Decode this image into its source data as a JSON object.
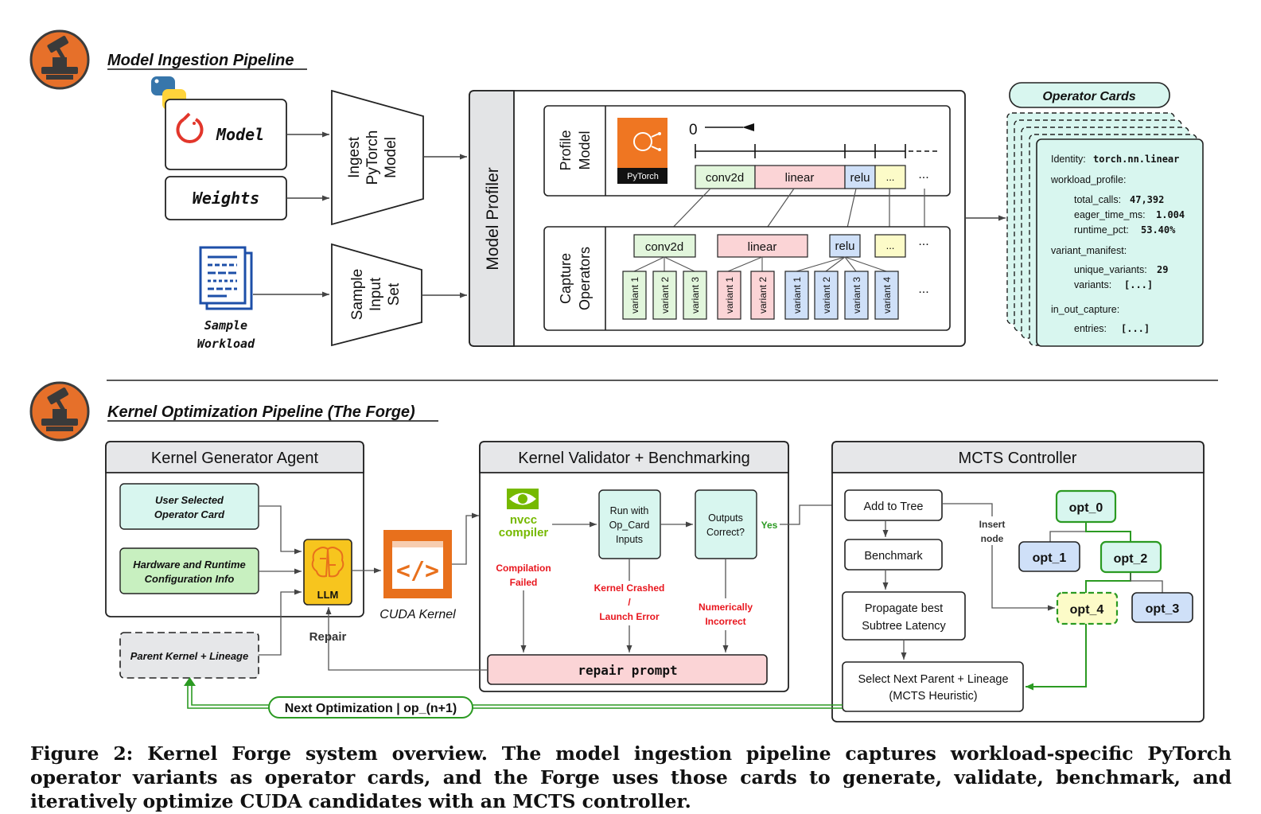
{
  "ingestion": {
    "title": "Model Ingestion Pipeline",
    "inputs": {
      "model": "Model",
      "weights": "Weights",
      "workload_line1": "Sample",
      "workload_line2": "Workload"
    },
    "ingest": {
      "line1": "Ingest",
      "line2": "PyTorch",
      "line3": "Model"
    },
    "sample": {
      "line1": "Sample",
      "line2": "Input",
      "line3": "Set"
    },
    "profiler": {
      "label": "Model Profiler",
      "profile_label": [
        "Profile",
        "Model"
      ],
      "capture_label": [
        "Capture",
        "Operators"
      ],
      "pytorch_badge": "PyTorch",
      "timeline_zero": "0",
      "timeline_ops": [
        "conv2d",
        "linear",
        "relu",
        "..."
      ],
      "ellipsis": "...",
      "capture_groups": [
        {
          "name": "conv2d",
          "variants": [
            "variant 1",
            "variant 2",
            "variant 3"
          ]
        },
        {
          "name": "linear",
          "variants": [
            "variant 1",
            "variant 2"
          ]
        },
        {
          "name": "relu",
          "variants": [
            "variant 1",
            "variant 2",
            "variant 3",
            "variant 4"
          ]
        },
        {
          "name": "...",
          "variants": []
        }
      ]
    },
    "operator_cards": {
      "title": "Operator Cards",
      "identity_key": "Identity:",
      "identity_value": "torch.nn.linear",
      "workload_key": "workload_profile:",
      "total_calls_key": "total_calls:",
      "total_calls_value": "47,392",
      "eager_key": "eager_time_ms:",
      "eager_value": "1.004",
      "runtime_key": "runtime_pct:",
      "runtime_value": "53.40%",
      "manifest_key": "variant_manifest:",
      "unique_key": "unique_variants:",
      "unique_value": "29",
      "variants_key": "variants:",
      "variants_value": "[...]",
      "capture_key": "in_out_capture:",
      "entries_key": "entries:",
      "entries_value": "[...]"
    }
  },
  "forge": {
    "title": "Kernel Optimization Pipeline (The Forge)",
    "generator": {
      "title": "Kernel Generator Agent",
      "operator_card": [
        "User Selected",
        "Operator Card"
      ],
      "hardware": [
        "Hardware and Runtime",
        "Configuration Info"
      ],
      "llm": "LLM",
      "parent": "Parent Kernel + Lineage",
      "repair": "Repair"
    },
    "cuda_kernel": "CUDA Kernel",
    "validator": {
      "title": "Kernel Validator + Benchmarking",
      "nvcc": [
        "nvcc",
        "compiler"
      ],
      "run": [
        "Run with",
        "Op_Card",
        "Inputs"
      ],
      "outputs": [
        "Outputs",
        "Correct?"
      ],
      "yes": "Yes",
      "compilation_failed": [
        "Compilation",
        "Failed"
      ],
      "kernel_crashed": [
        "Kernel Crashed",
        "/",
        "Launch Error"
      ],
      "numerically_incorrect": [
        "Numerically",
        "Incorrect"
      ],
      "repair_prompt": "repair prompt"
    },
    "mcts": {
      "title": "MCTS Controller",
      "add_to_tree": "Add to Tree",
      "benchmark": "Benchmark",
      "propagate": [
        "Propagate best",
        "Subtree Latency"
      ],
      "select": [
        "Select Next Parent + Lineage",
        "(MCTS Heuristic)"
      ],
      "insert_node": [
        "Insert",
        "node"
      ],
      "nodes": [
        "opt_0",
        "opt_1",
        "opt_2",
        "opt_4",
        "opt_3"
      ]
    },
    "next_optimization": "Next Optimization | op_(n+1)"
  },
  "caption": "Figure 2: Kernel Forge system overview. The model ingestion pipeline captures workload-specific PyTorch operator variants as operator cards, and the Forge uses those cards to generate, validate, benchmark, and iteratively optimize CUDA candidates with an MCTS controller.",
  "colors": {
    "green_fill": "#e2f6dc",
    "green_box": "#c8f0c0",
    "red_fill": "#fbd4d6",
    "blue_fill": "#cfe0f8",
    "yellow_fill": "#fcfbc8",
    "teal_fill": "#d8f6ef",
    "grey_header": "#e6e7e9",
    "cuda_orange": "#e8701c",
    "llm_yellow": "#f7c51e",
    "nvidia_green": "#76b900",
    "error_red": "#e8161e",
    "tree_green": "#2b9a22"
  }
}
